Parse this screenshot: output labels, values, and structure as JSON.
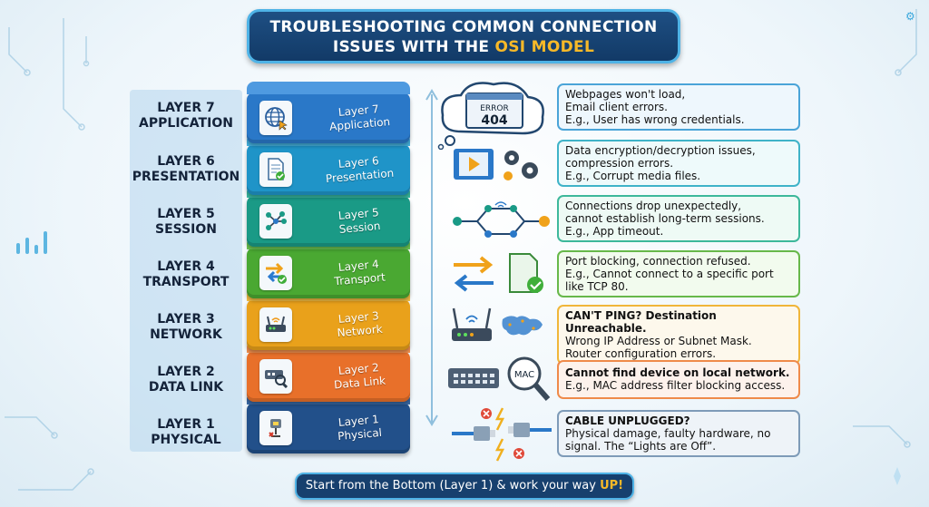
{
  "title": {
    "line1": "TROUBLESHOOTING COMMON CONNECTION",
    "line2_prefix": "ISSUES WITH THE ",
    "line2_highlight": "OSI MODEL"
  },
  "layers": [
    {
      "left_line1": "LAYER 7",
      "left_line2": "APPLICATION",
      "block_line1": "Layer 7",
      "block_line2": "Application",
      "icon": "globe-cursor-icon",
      "color": "#2a78c8",
      "info": [
        {
          "text": "Webpages won't load,",
          "bold": false
        },
        {
          "text": "Email client errors.",
          "bold": false
        },
        {
          "text": "E.g., User has wrong credentials.",
          "bold": false
        }
      ],
      "info_border": "#4aa4d8",
      "info_bg": "#eef7fd",
      "illus": "error-cloud-illustration",
      "illus_text1": "ERROR",
      "illus_text2": "404"
    },
    {
      "left_line1": "LAYER 6",
      "left_line2": "PRESENTATION",
      "block_line1": "Layer 6",
      "block_line2": "Presentation",
      "icon": "document-check-icon",
      "color": "#1f94c8",
      "info": [
        {
          "text": "Data encryption/decryption issues,",
          "bold": false
        },
        {
          "text": "compression errors.",
          "bold": false
        },
        {
          "text": "E.g., Corrupt media files.",
          "bold": false
        }
      ],
      "info_border": "#3fb3c8",
      "info_bg": "#eefafb",
      "illus": "media-gears-illustration"
    },
    {
      "left_line1": "LAYER 5",
      "left_line2": "SESSION",
      "block_line1": "Layer 5",
      "block_line2": "Session",
      "icon": "network-nodes-icon",
      "color": "#1a9a86",
      "info": [
        {
          "text": "Connections drop unexpectedly,",
          "bold": false
        },
        {
          "text": "cannot establish long-term sessions.",
          "bold": false
        },
        {
          "text": "E.g., App timeout.",
          "bold": false
        }
      ],
      "info_border": "#3db89b",
      "info_bg": "#eefaf5",
      "illus": "session-nodes-illustration"
    },
    {
      "left_line1": "LAYER 4",
      "left_line2": "TRANSPORT",
      "block_line1": "Layer 4",
      "block_line2": "Transport",
      "icon": "arrows-check-icon",
      "color": "#4aa832",
      "info": [
        {
          "text": "Port blocking, connection refused.",
          "bold": false
        },
        {
          "text": "E.g., Cannot connect to a specific port",
          "bold": false
        },
        {
          "text": "like TCP 80.",
          "bold": false
        }
      ],
      "info_border": "#67b84a",
      "info_bg": "#f2fbee",
      "illus": "arrows-document-illustration"
    },
    {
      "left_line1": "LAYER 3",
      "left_line2": "NETWORK",
      "block_line1": "Layer 3",
      "block_line2": "Network",
      "icon": "router-icon",
      "color": "#e9a11b",
      "info": [
        {
          "text": "CAN'T PING? Destination Unreachable.",
          "bold": true
        },
        {
          "text": "Wrong IP Address or Subnet Mask.",
          "bold": false
        },
        {
          "text": "Router configuration errors.",
          "bold": false
        }
      ],
      "info_border": "#f0b63a",
      "info_bg": "#fdf8ec",
      "illus": "router-map-illustration"
    },
    {
      "left_line1": "LAYER 2",
      "left_line2": "DATA LINK",
      "block_line1": "Layer 2",
      "block_line2": "Data Link",
      "icon": "switch-magnifier-icon",
      "color": "#e8702a",
      "info": [
        {
          "text": "Cannot find device on local network.",
          "bold": true
        },
        {
          "text": "E.g., MAC address filter blocking access.",
          "bold": false
        }
      ],
      "info_border": "#ef8a4a",
      "info_bg": "#fdf2ec",
      "illus": "switch-mac-illustration",
      "illus_text1": "MAC"
    },
    {
      "left_line1": "LAYER 1",
      "left_line2": "PHYSICAL",
      "block_line1": "Layer 1",
      "block_line2": "Physical",
      "icon": "cable-icon",
      "color": "#22508a",
      "info": [
        {
          "text": "CABLE UNPLUGGED?",
          "bold": true
        },
        {
          "text": "Physical damage, faulty hardware, no",
          "bold": false
        },
        {
          "text": "signal. The “Lights are Off”.",
          "bold": false
        }
      ],
      "info_border": "#7e9bb8",
      "info_bg": "#eef3f8",
      "illus": "unplugged-cable-illustration"
    }
  ],
  "footer": {
    "prefix": "Start from the Bottom (Layer 1) & work your way ",
    "highlight": "UP!"
  }
}
